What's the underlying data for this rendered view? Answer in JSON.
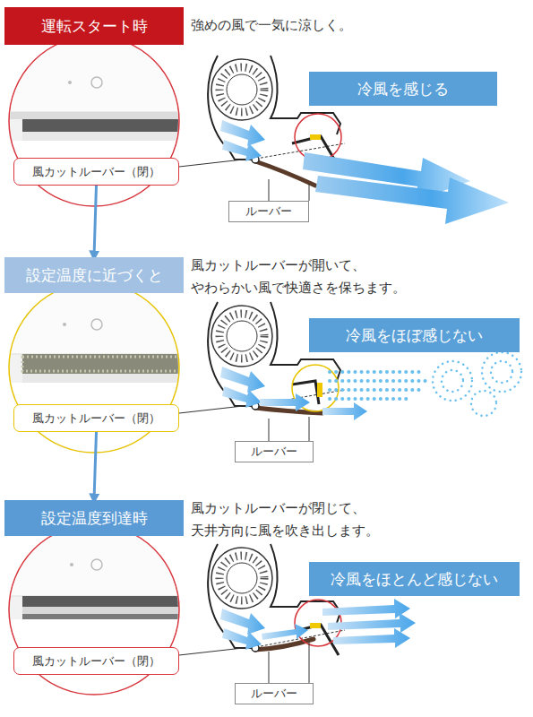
{
  "diagram": {
    "nodes": [
      {
        "text": [
          "運転スタート時"
        ]
      },
      {
        "text": [
          "冷風を感じる"
        ]
      },
      {
        "text": [
          "風カットルーバー（閉）"
        ]
      },
      {
        "text": [
          "ルーバー"
        ]
      },
      {
        "text": [
          "設定温度に近づくと"
        ]
      },
      {
        "text": [
          "冷風をほぼ感じない"
        ]
      },
      {
        "text": [
          "風カットルーバー（閉）"
        ]
      },
      {
        "text": [
          "ルーバー"
        ]
      },
      {
        "text": [
          "設定温度到達時"
        ]
      },
      {
        "text": [
          "冷風をほとんど感じない"
        ]
      },
      {
        "text": [
          "風カットルーバー（閉）"
        ]
      },
      {
        "text": [
          "ルーバー"
        ]
      }
    ],
    "edges": [
      {
        "from": 2,
        "to": 4,
        "arrow": "to"
      },
      {
        "from": 6,
        "to": 8,
        "arrow": "to"
      }
    ],
    "labels": [
      "強めの風で一気に涼しく。",
      "風カットルーバーが開いて、 やわらかい風で快適さを保ちます。",
      "風カットルーバーが閉じて、 天井方向に風を吹き出します。"
    ]
  }
}
